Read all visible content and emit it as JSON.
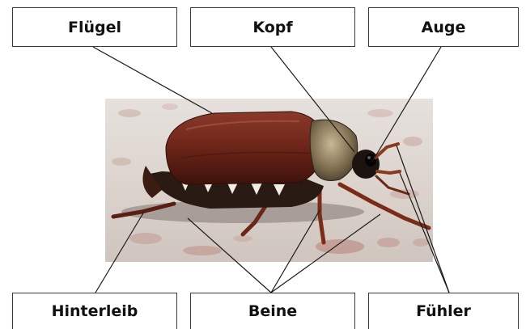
{
  "labels": {
    "wing": "Flügel",
    "head": "Kopf",
    "eye": "Auge",
    "abdomen": "Hinterleib",
    "legs": "Beine",
    "antennae": "Fühler"
  },
  "colors": {
    "line": "#1a1a1a",
    "box_border": "#3a3a3a",
    "elytra": "#6b2418",
    "ground": "#d9d2cc"
  }
}
